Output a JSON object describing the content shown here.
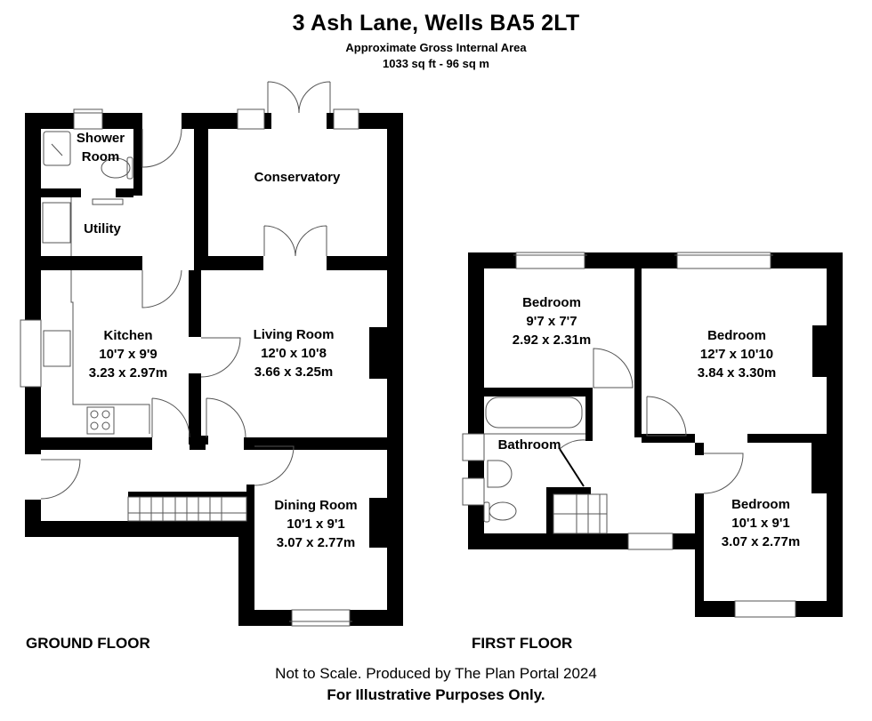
{
  "header": {
    "title": "3 Ash Lane, Wells BA5 2LT",
    "area_label": "Approximate Gross Internal Area",
    "area_value": "1033 sq ft - 96 sq m"
  },
  "ground_floor": {
    "label": "GROUND FLOOR",
    "rooms": [
      {
        "name": "Shower Room",
        "line1": "Shower",
        "line2": "Room"
      },
      {
        "name": "Utility"
      },
      {
        "name": "Conservatory"
      },
      {
        "name": "Kitchen",
        "imperial": "10'7 x 9'9",
        "metric": "3.23 x 2.97m"
      },
      {
        "name": "Living Room",
        "imperial": "12'0 x 10'8",
        "metric": "3.66 x 3.25m"
      },
      {
        "name": "Dining Room",
        "imperial": "10'1 x 9'1",
        "metric": "3.07 x 2.77m"
      }
    ]
  },
  "first_floor": {
    "label": "FIRST FLOOR",
    "rooms": [
      {
        "name": "Bedroom",
        "imperial": "9'7 x 7'7",
        "metric": "2.92 x 2.31m"
      },
      {
        "name": "Bedroom",
        "imperial": "12'7 x 10'10",
        "metric": "3.84 x 3.30m"
      },
      {
        "name": "Bathroom"
      },
      {
        "name": "Bedroom",
        "imperial": "10'1 x 9'1",
        "metric": "3.07 x 2.77m"
      }
    ]
  },
  "footer": {
    "disclaimer": "Not to Scale. Produced by The Plan Portal 2024",
    "note": "For Illustrative Purposes Only."
  },
  "colors": {
    "wall": "#000000",
    "fixture_line": "#555555",
    "background": "#ffffff"
  }
}
